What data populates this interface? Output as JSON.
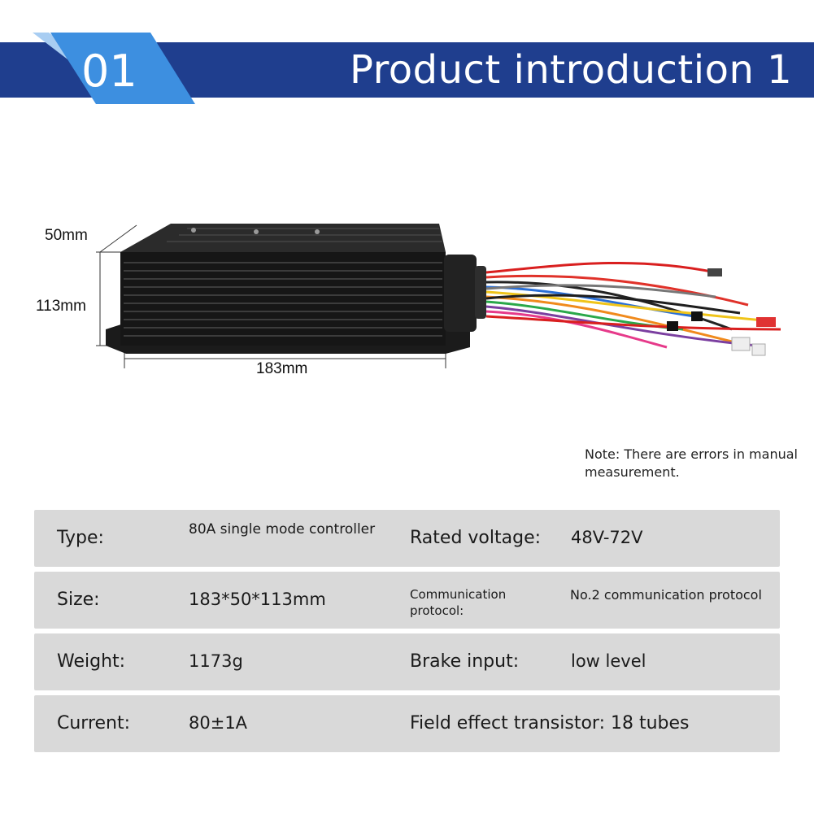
{
  "banner": {
    "number": "01",
    "title": "Product introduction 1",
    "colors": {
      "band": "#1f3e8e",
      "tab": "#3d8fe0",
      "stripe": "#a8cdf2"
    }
  },
  "dimensions": {
    "depth": "50mm",
    "height": "113mm",
    "length": "183mm"
  },
  "note": "Note: There are errors in manual measurement.",
  "specs": [
    {
      "label": "Type:",
      "value": "80A single mode controller",
      "label2": "Rated voltage:",
      "value2": "48V-72V"
    },
    {
      "label": "Size:",
      "value": "183*50*113mm",
      "label2": "Communication protocol:",
      "value2": "No.2 communication protocol"
    },
    {
      "label": "Weight:",
      "value": "1173g",
      "label2": "Brake input:",
      "value2": "low level"
    },
    {
      "label": "Current:",
      "value": "80±1A",
      "label2": "Field effect transistor: 18 tubes",
      "value2": ""
    }
  ],
  "icons": {
    "product": "motor-controller-image"
  }
}
